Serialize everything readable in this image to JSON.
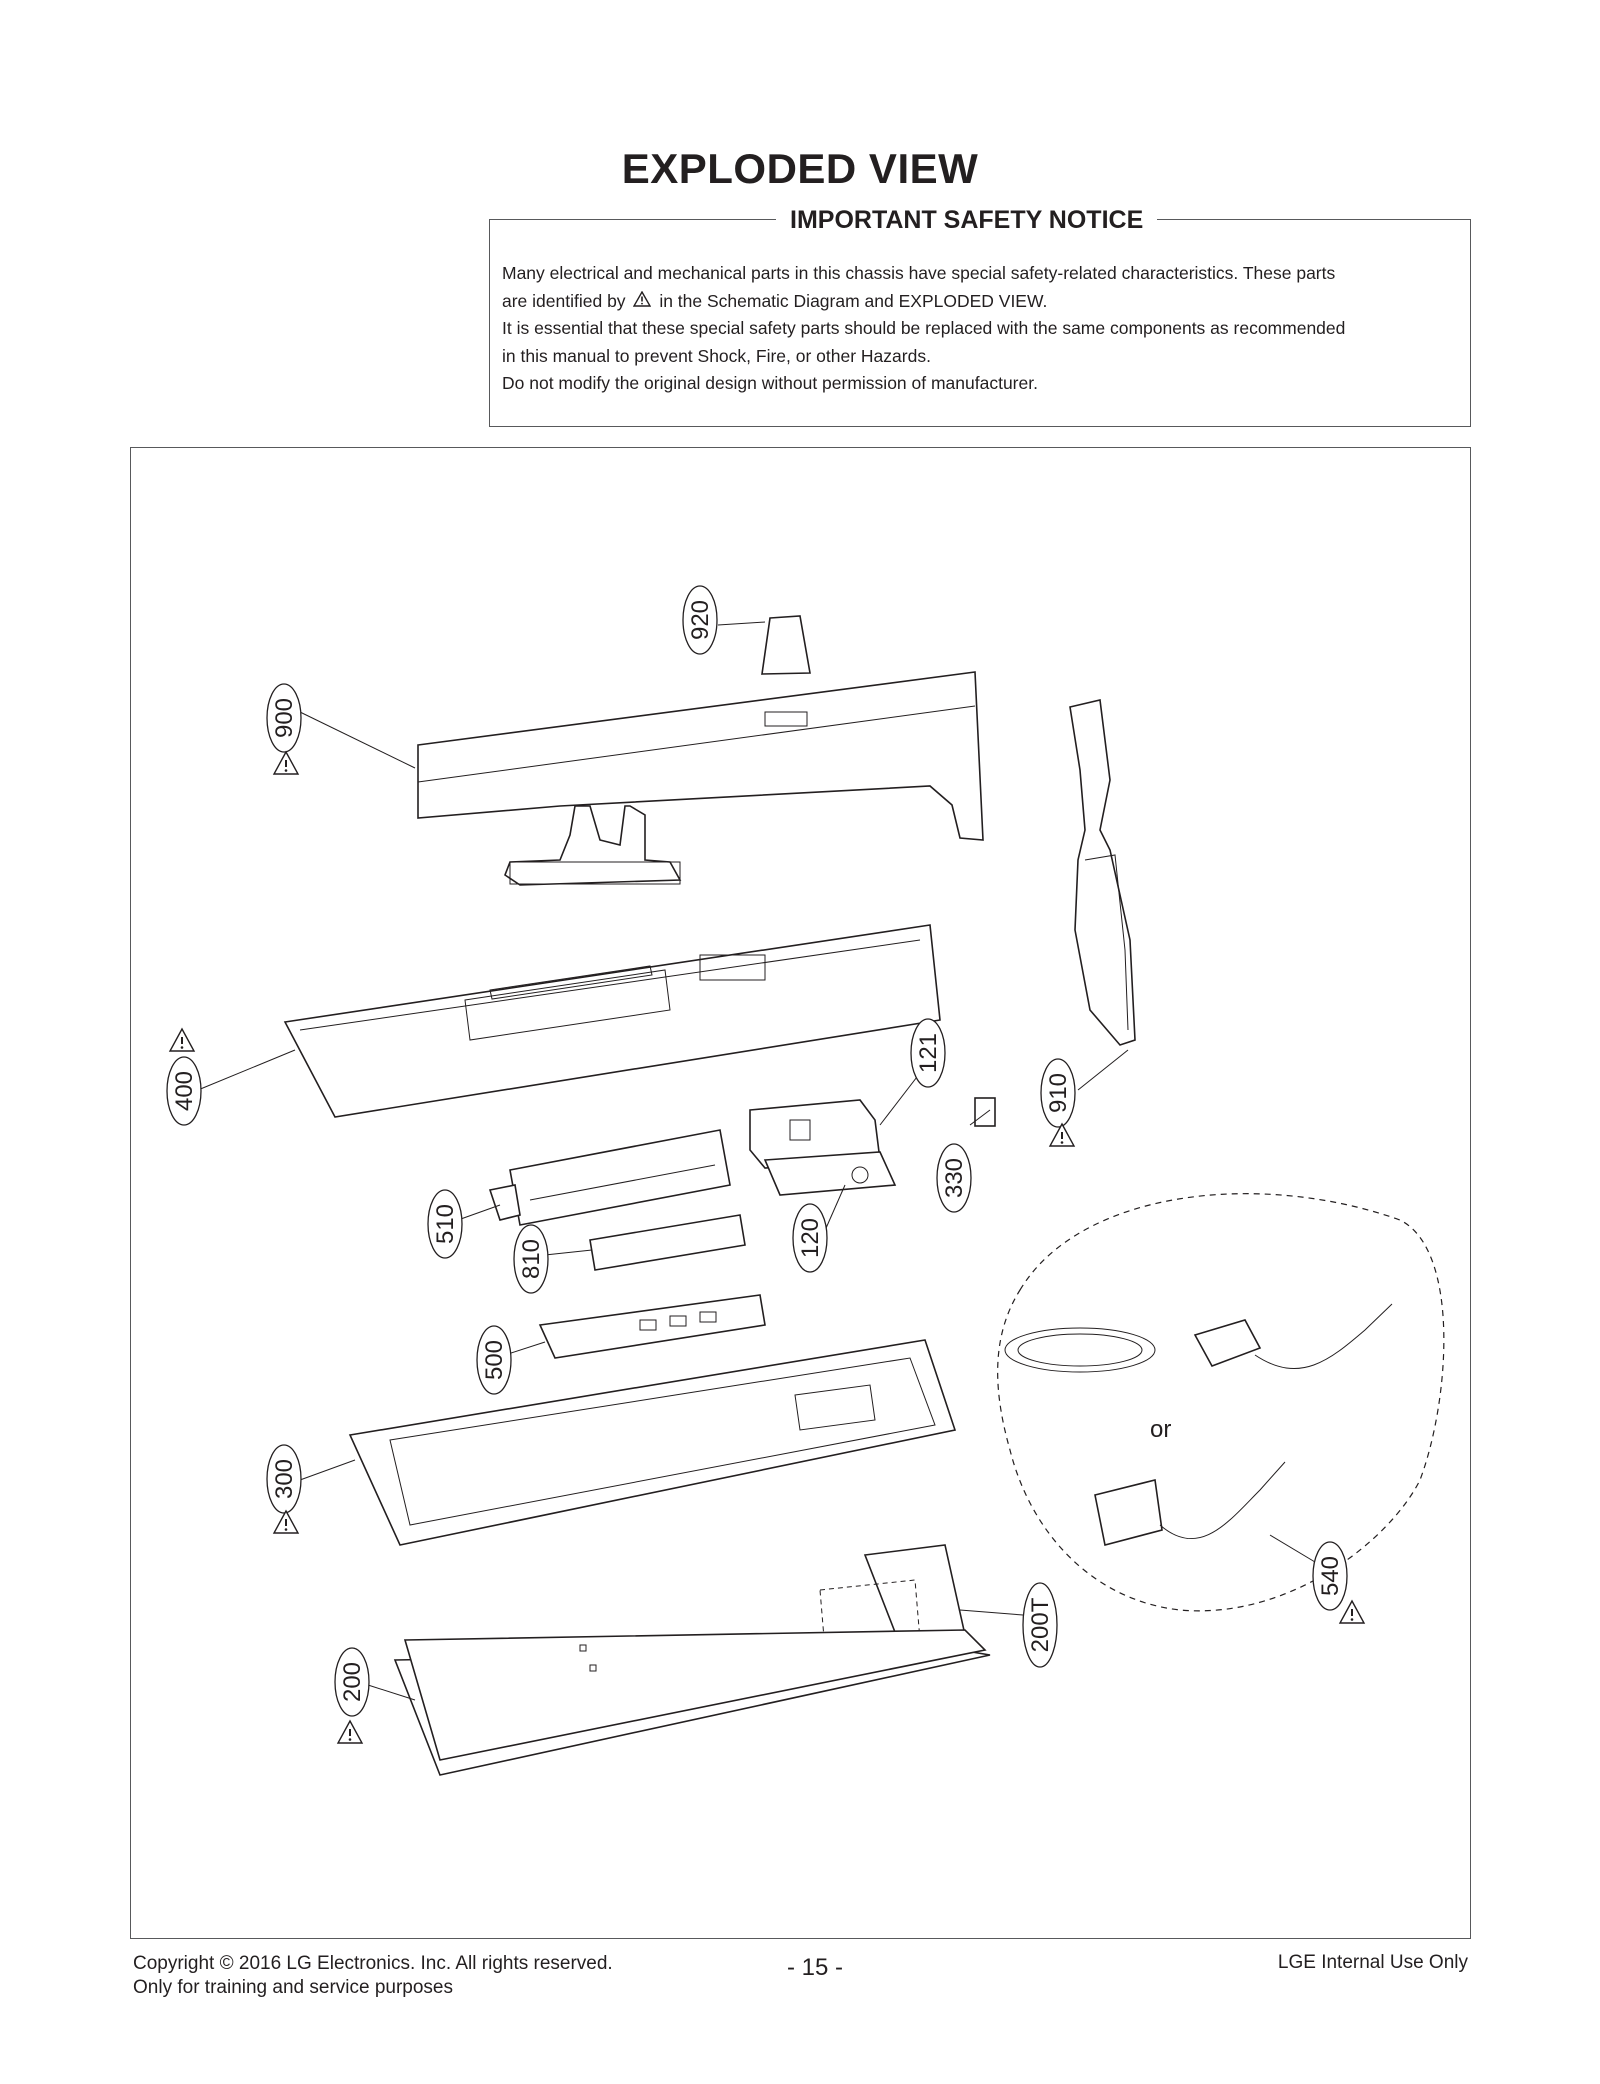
{
  "page": {
    "title": "EXPLODED VIEW"
  },
  "notice": {
    "heading": "IMPORTANT SAFETY NOTICE",
    "line1": "Many electrical and mechanical parts in this chassis have special safety-related characteristics. These parts",
    "line2_a": "are identified by",
    "line2_icon": "warning-triangle-icon",
    "line2_b": "in the Schematic Diagram and EXPLODED VIEW.",
    "line3": "It is essential that these special safety parts should be replaced with the same components as recommended",
    "line4": "in this manual to prevent Shock, Fire, or other Hazards.",
    "line5": "Do not modify the original design without permission of manufacturer."
  },
  "diagram": {
    "parts": [
      "920",
      "900",
      "910",
      "400",
      "121",
      "330",
      "510",
      "810",
      "120",
      "500",
      "300",
      "540",
      "200T",
      "200"
    ],
    "or_text": "or",
    "safety_icon": "warning-triangle-icon"
  },
  "footer": {
    "copyright": "Copyright  © 2016  LG Electronics. Inc. All rights reserved.",
    "purpose": "Only for training and service purposes",
    "page_number": "- 15 -",
    "classification": "LGE Internal Use Only"
  },
  "colors": {
    "ink": "#231f20",
    "frame": "#58595b"
  }
}
